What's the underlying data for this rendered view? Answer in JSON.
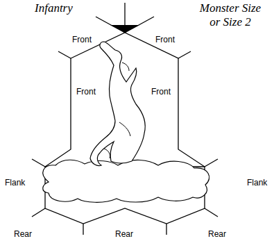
{
  "diagram": {
    "labels": [
      "Infantry",
      "Monster Size or Size 2",
      "Front",
      "Front",
      "Front",
      "Front",
      "Flank",
      "Flank",
      "Rear",
      "Rear",
      "Rear"
    ]
  }
}
